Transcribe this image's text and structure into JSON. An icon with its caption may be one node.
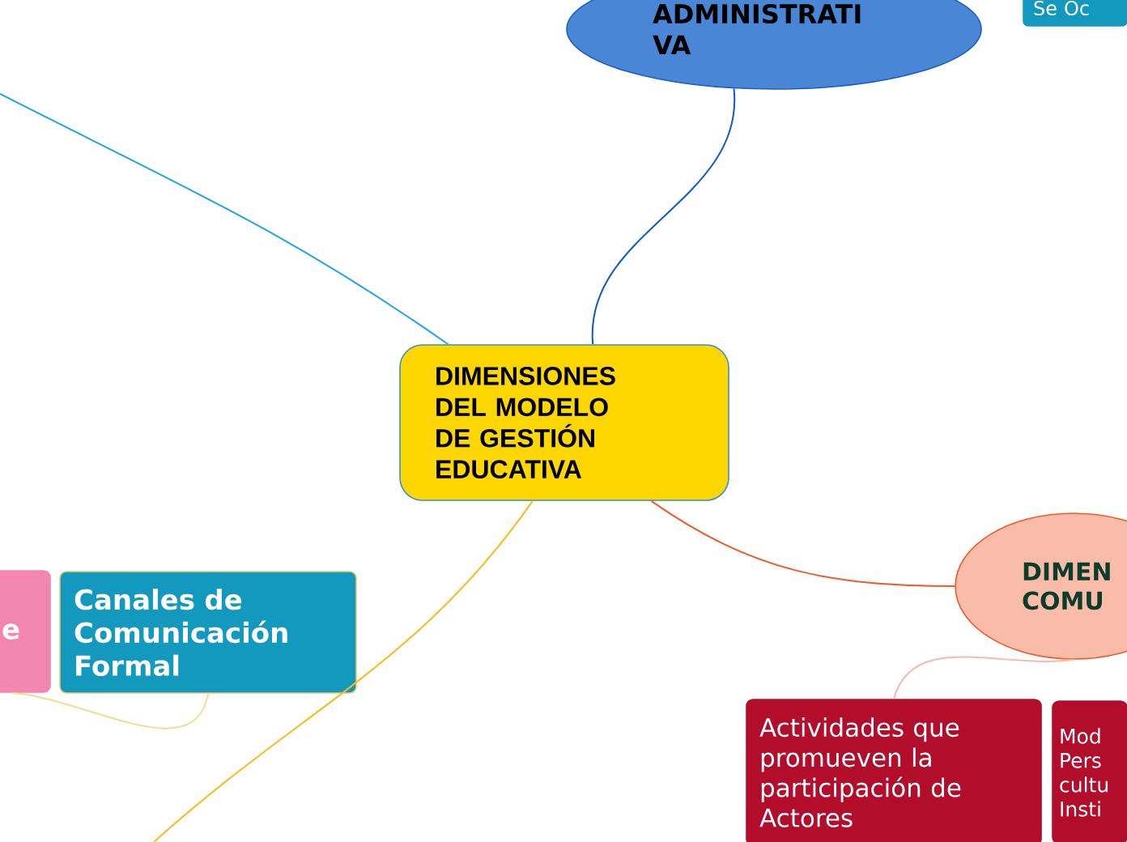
{
  "diagram": {
    "nodes": [
      {
        "text": [
          "DIMENSIONES DEL MODELO DE GESTIÓN EDUCATIVA"
        ]
      },
      {
        "text": [
          "ADMINISTRATI VA"
        ]
      },
      {
        "text": [
          "Se Oc"
        ]
      },
      {
        "text": [
          "DIMEN COMU"
        ]
      },
      {
        "text": [
          "e"
        ]
      },
      {
        "text": [
          "Canales de Comunicación Formal"
        ]
      },
      {
        "text": [
          "Actividades que promueven la participación de Actores"
        ]
      },
      {
        "text": [
          "Mod Pers cultu Insti"
        ]
      }
    ],
    "edges": [
      {
        "from": 0,
        "to": 1,
        "arrow": "none",
        "color": "#0a5ad2"
      },
      {
        "from": 0,
        "to": 3,
        "arrow": "none",
        "color": "#f05a28"
      },
      {
        "from": 0,
        "to": null,
        "arrow": "none",
        "color": "#1fa3e8"
      },
      {
        "from": 0,
        "to": null,
        "arrow": "none",
        "color": "#ffb81c"
      },
      {
        "from": 3,
        "to": 6,
        "arrow": "none",
        "color": "#f7b9a8"
      },
      {
        "from": 5,
        "to": 4,
        "arrow": "none",
        "color": "#f5d98e"
      }
    ]
  }
}
